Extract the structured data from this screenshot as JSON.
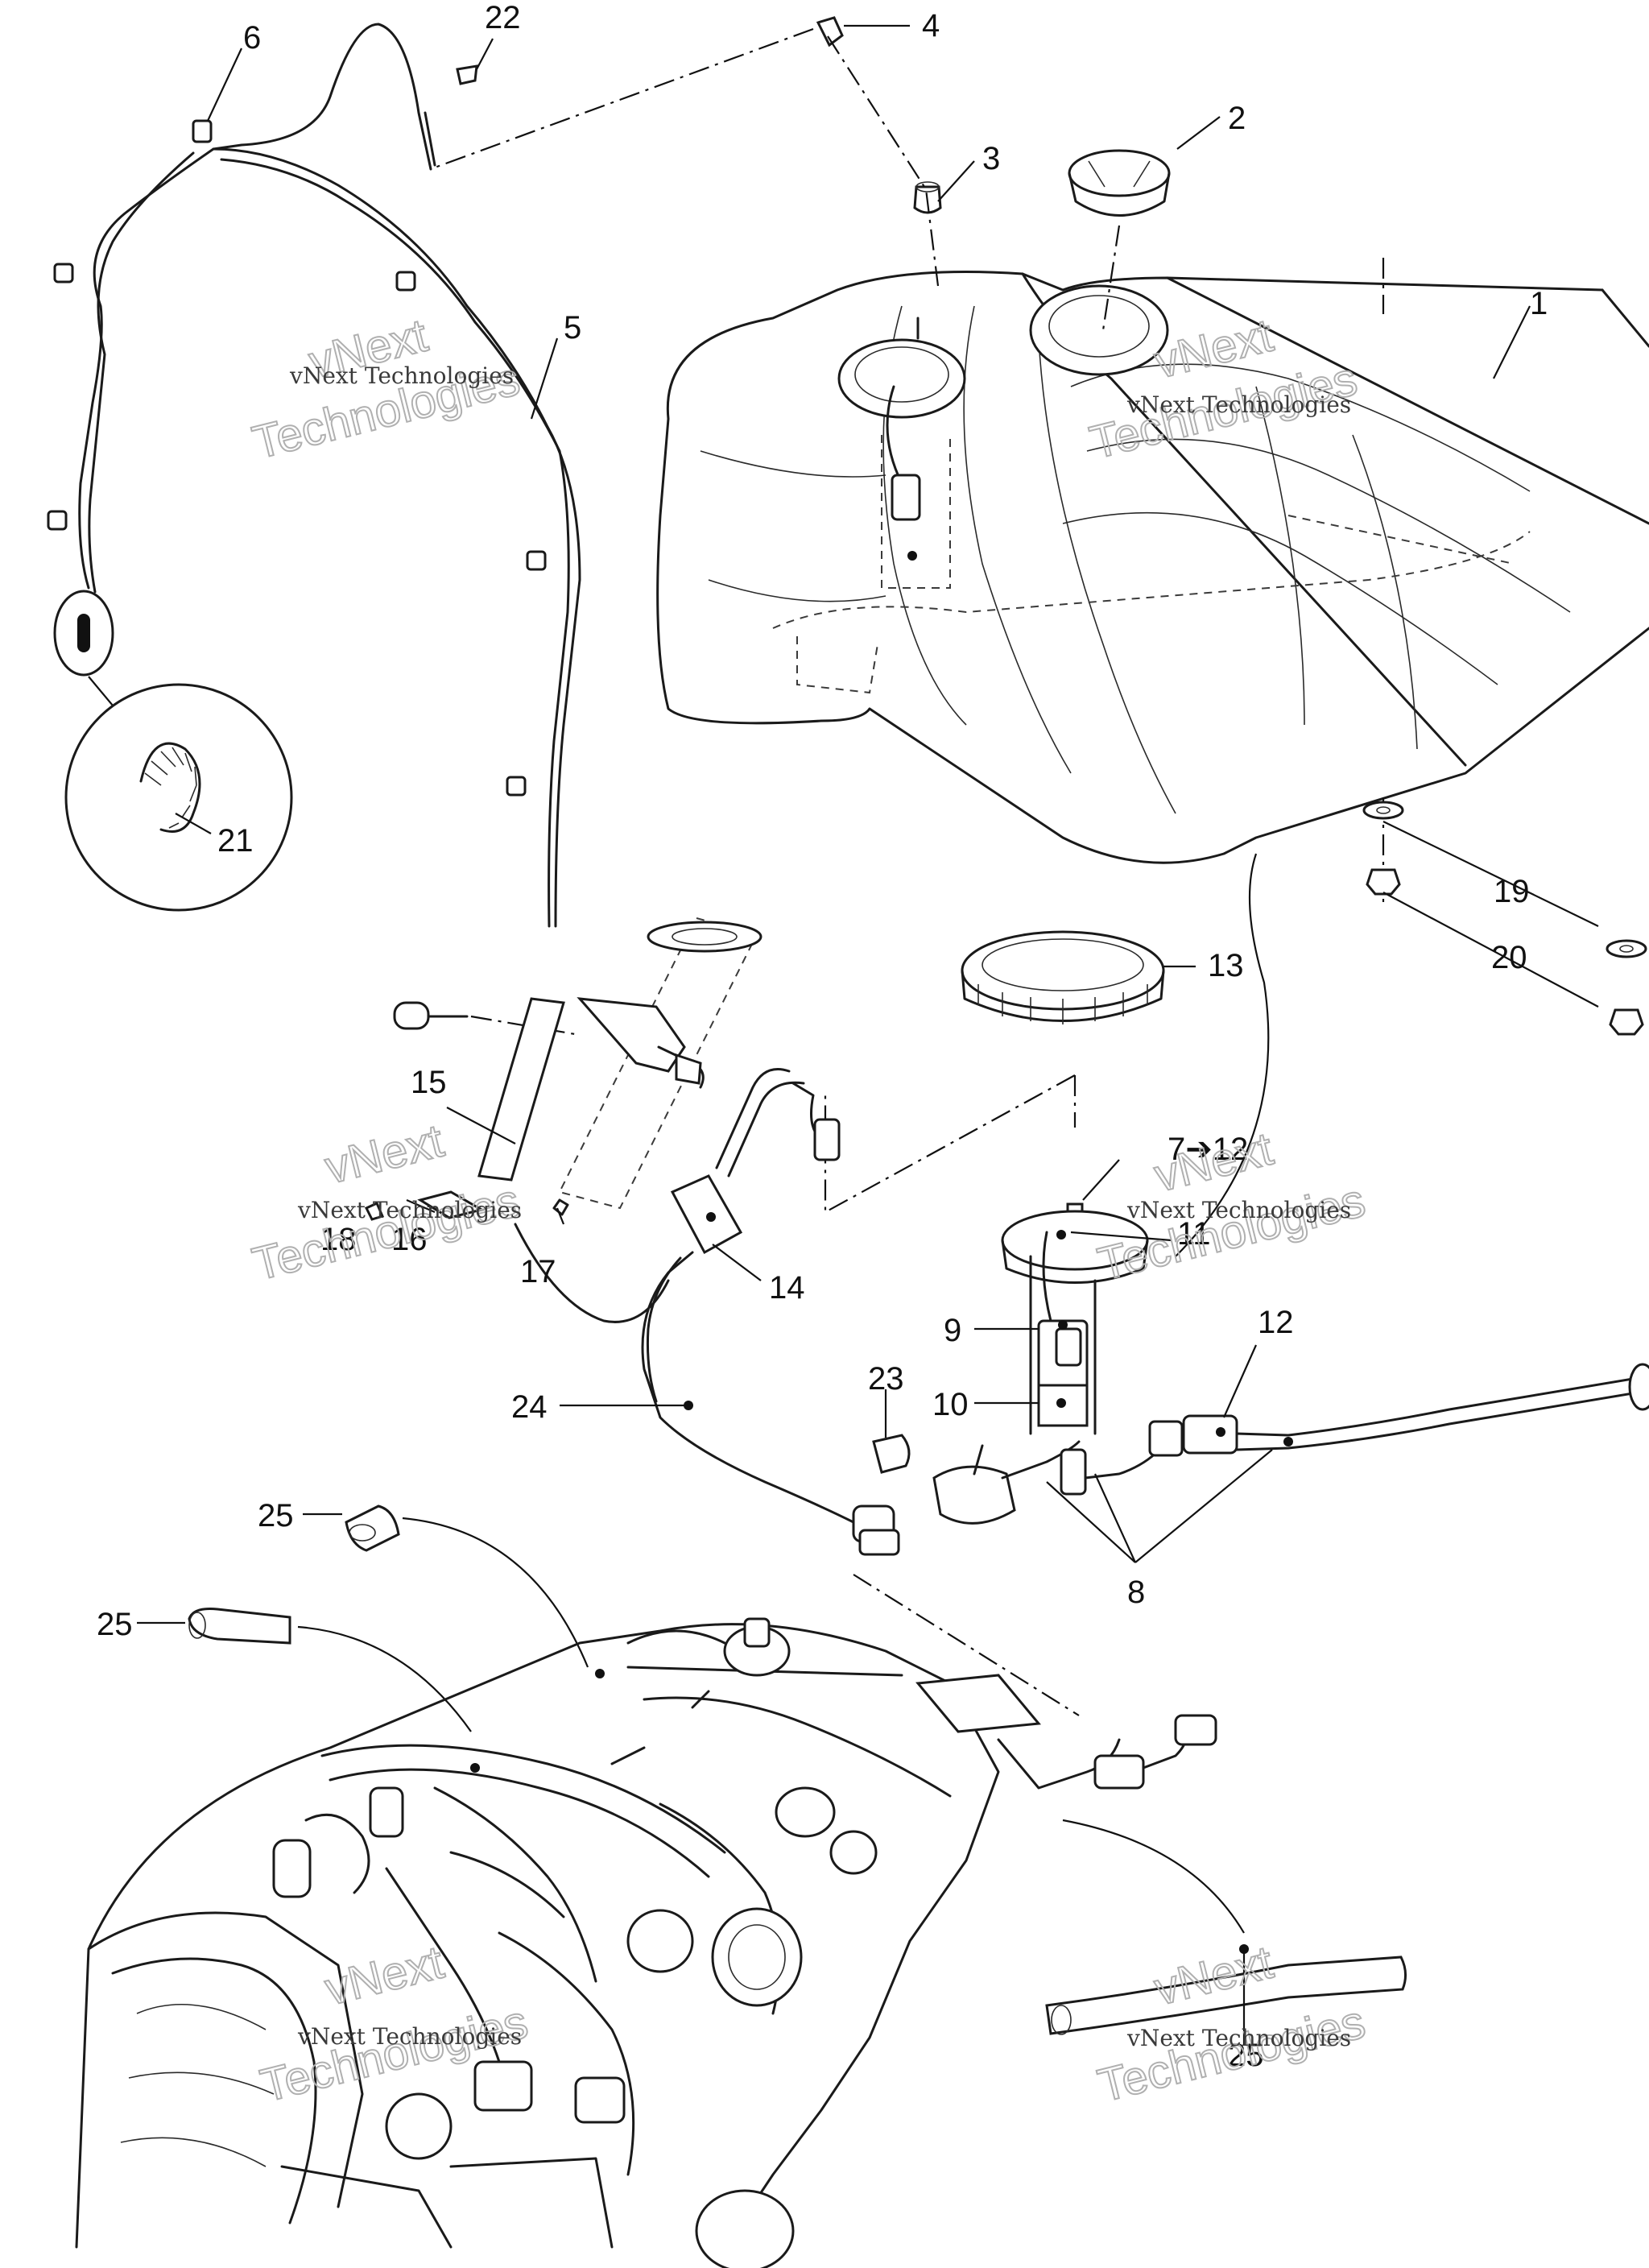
{
  "watermark": {
    "line1": "vNext Technologies",
    "line2": "vNext",
    "line3": "Technologies"
  },
  "callouts": {
    "c1": "1",
    "c2": "2",
    "c3": "3",
    "c4": "4",
    "c5": "5",
    "c6": "6",
    "c7_12": "7➔12",
    "c8": "8",
    "c9": "9",
    "c10": "10",
    "c11": "11",
    "c12": "12",
    "c13": "13",
    "c14": "14",
    "c15": "15",
    "c16": "16",
    "c17": "17",
    "c18": "18",
    "c19": "19",
    "c20": "20",
    "c21": "21",
    "c22": "22",
    "c23": "23",
    "c24": "24",
    "c25a": "25",
    "c25b": "25",
    "c25c": "25"
  },
  "colors": {
    "line": "#1a1a1a",
    "watermark": "#b0b0b0",
    "background": "#ffffff"
  }
}
